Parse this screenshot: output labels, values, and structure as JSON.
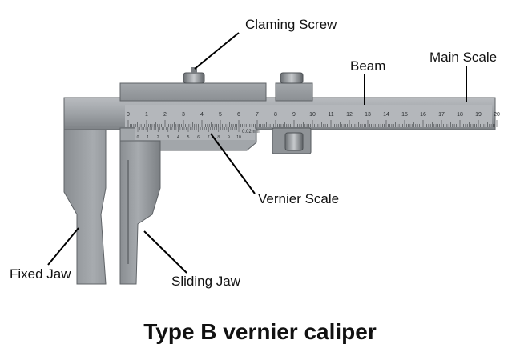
{
  "title": "Type B vernier caliper",
  "labels": {
    "claming_screw": "Claming Screw",
    "beam": "Beam",
    "main_scale": "Main Scale",
    "vernier_scale": "Vernier Scale",
    "fixed_jaw": "Fixed Jaw",
    "sliding_jaw": "Sliding Jaw"
  },
  "main_scale_numbers": [
    "0",
    "1",
    "2",
    "3",
    "4",
    "5",
    "6",
    "7",
    "8",
    "9",
    "10",
    "11",
    "12",
    "13",
    "14",
    "15",
    "16",
    "17",
    "18",
    "19",
    "20"
  ],
  "vernier_numbers": [
    "0",
    "1",
    "2",
    "3",
    "4",
    "5",
    "6",
    "7",
    "8",
    "9",
    "10"
  ],
  "vernier_unit": "0.02mm"
}
